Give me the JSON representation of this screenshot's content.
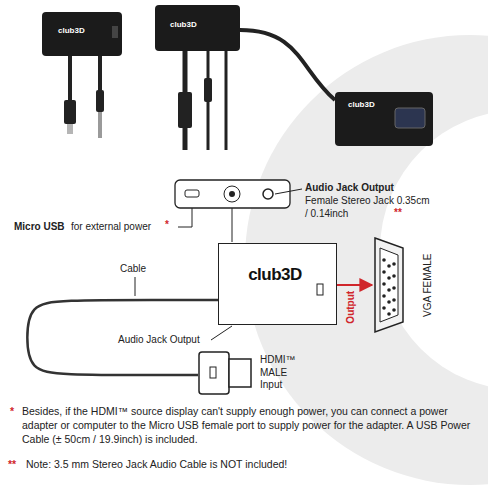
{
  "diagram": {
    "nodes": [
      {
        "text": [
          "club3D"
        ]
      },
      {
        "text": [
          "VGA FEMALE"
        ]
      },
      {
        "text": [
          "HDMI™ MALE Input"
        ]
      }
    ],
    "edges": [
      {
        "from": 0,
        "to": 1,
        "label": "Output",
        "arrow": "to"
      },
      {
        "from": 0,
        "to": 2,
        "arrow": "none"
      }
    ],
    "labels": [
      "club3D",
      "club3D",
      "club3D",
      "Audio Jack Output",
      "Female Stereo Jack 0.35cm / 0.14inch",
      "**",
      "Micro USB",
      "for external power",
      "*",
      "Cable",
      "Audio Jack Output",
      "*",
      "Besides, if the HDMI™ source display can't supply enough power, you can connect a power adapter or computer to the Micro USB female port to supply power for the adapter. A USB Power Cable (± 50cm / 19.9inch) is included.",
      "**",
      "Note: 3.5 mm Stereo Jack Audio Cable is NOT included!"
    ]
  }
}
